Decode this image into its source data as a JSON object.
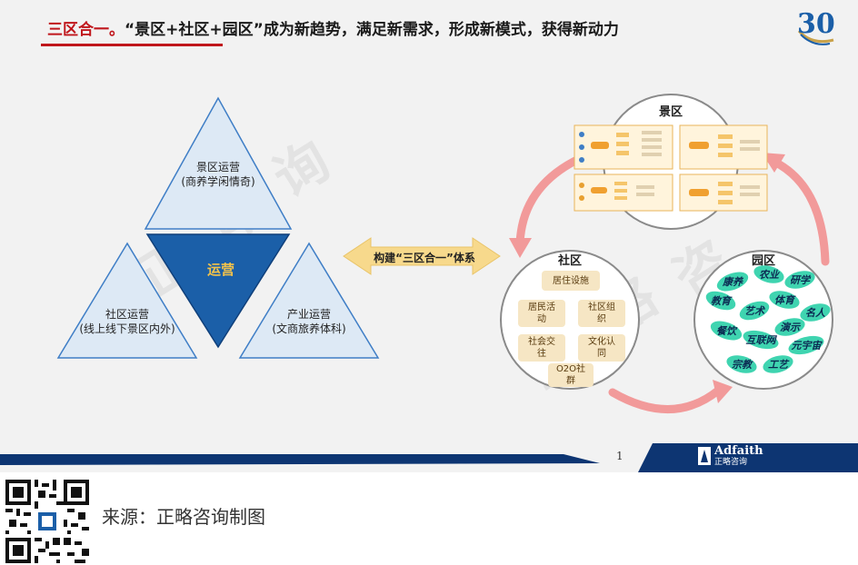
{
  "title": {
    "prefix": "三区合一。",
    "main": "“景区+社区+园区”成为新趋势，满足新需求，形成新模式，获得新动力"
  },
  "logo": {
    "number": "30"
  },
  "watermark": [
    "正",
    "略",
    "咨",
    "询"
  ],
  "triangle": {
    "top": {
      "line1": "景区运营",
      "line2": "(商养学闲情奇)"
    },
    "left": {
      "line1": "社区运营",
      "line2": "(线上线下景区内外)"
    },
    "right": {
      "line1": "产业运营",
      "line2": "(文商旅养体科)"
    },
    "center": "运营"
  },
  "arrow_label": "构建“三区合一”体系",
  "circles": {
    "scenic": {
      "title": "景区"
    },
    "community": {
      "title": "社区",
      "boxes": [
        {
          "line1": "居住设施",
          "line2": ""
        },
        {
          "line1": "居民活",
          "line2": "动"
        },
        {
          "line1": "社区组",
          "line2": "织"
        },
        {
          "line1": "社会交",
          "line2": "往"
        },
        {
          "line1": "文化认",
          "line2": "同"
        },
        {
          "line1": "O2O社",
          "line2": "群"
        }
      ]
    },
    "park": {
      "title": "园区",
      "leaves": [
        "康养",
        "农业",
        "研学",
        "教育",
        "艺术",
        "体育",
        "名人",
        "餐饮",
        "演示",
        "互联网",
        "元宇宙",
        "宗教",
        "工艺"
      ]
    }
  },
  "footer": {
    "page_number": "1",
    "brand_en": "Adfaith",
    "brand_cn": "正略咨询"
  },
  "source_text": "来源：正略咨询制图",
  "colors": {
    "title_red": "#c0161c",
    "triangle_fill": "#dde9f5",
    "triangle_stroke": "#3f7ec6",
    "center_blue": "#1b5fa8",
    "arrow_yellow": "#f7d98c",
    "cycle_arrow": "#f29a9a",
    "leaf_green": "#3fd4b0",
    "footer_navy": "#0d3572"
  }
}
